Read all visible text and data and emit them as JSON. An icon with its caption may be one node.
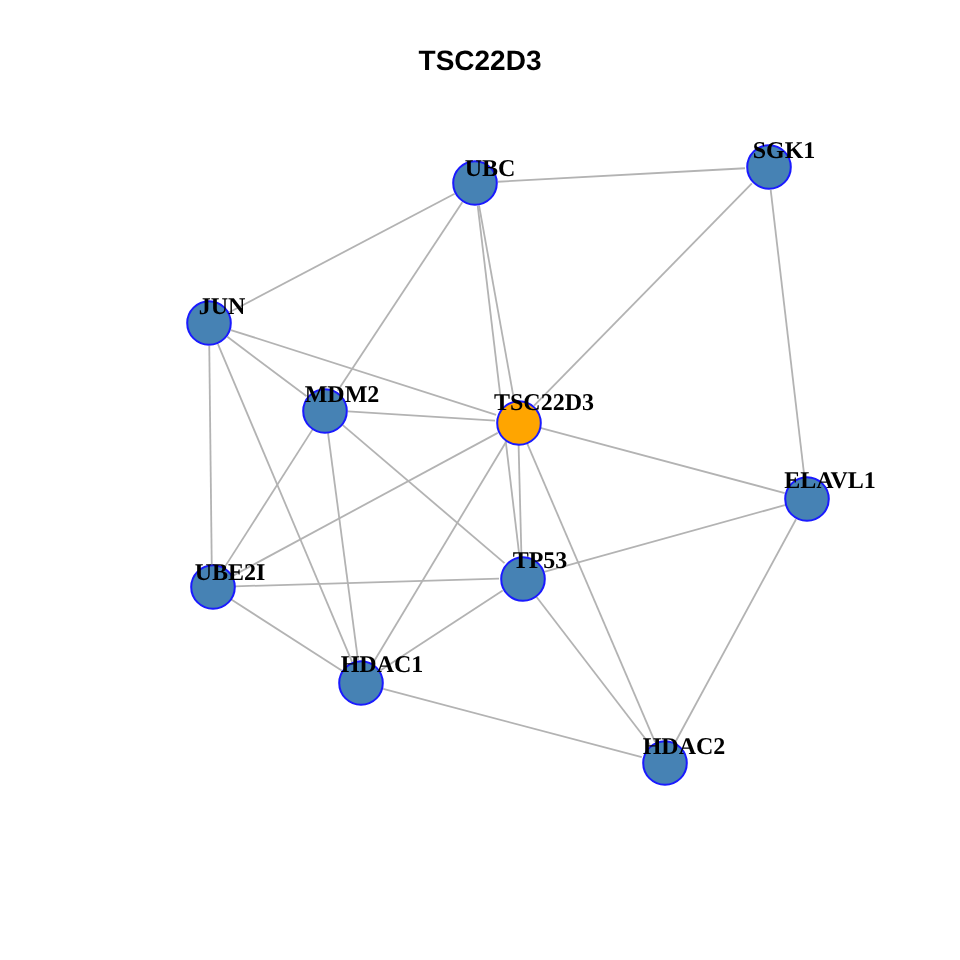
{
  "diagram": {
    "title": "TSC22D3",
    "nodes": [
      {
        "text": [
          "UBC"
        ]
      },
      {
        "text": [
          "SGK1"
        ]
      },
      {
        "text": [
          "JUN"
        ]
      },
      {
        "text": [
          "MDM2"
        ]
      },
      {
        "text": [
          "TSC22D3"
        ]
      },
      {
        "text": [
          "ELAVL1"
        ]
      },
      {
        "text": [
          "UBE2I"
        ]
      },
      {
        "text": [
          "TP53"
        ]
      },
      {
        "text": [
          "HDAC1"
        ]
      },
      {
        "text": [
          "HDAC2"
        ]
      }
    ],
    "edges": [
      {
        "from": 0,
        "to": 1,
        "arrow": "none"
      },
      {
        "from": 0,
        "to": 2,
        "arrow": "none"
      },
      {
        "from": 0,
        "to": 3,
        "arrow": "none"
      },
      {
        "from": 0,
        "to": 4,
        "arrow": "none"
      },
      {
        "from": 0,
        "to": 7,
        "arrow": "none"
      },
      {
        "from": 1,
        "to": 4,
        "arrow": "none"
      },
      {
        "from": 1,
        "to": 5,
        "arrow": "none"
      },
      {
        "from": 2,
        "to": 3,
        "arrow": "none"
      },
      {
        "from": 2,
        "to": 4,
        "arrow": "none"
      },
      {
        "from": 2,
        "to": 6,
        "arrow": "none"
      },
      {
        "from": 2,
        "to": 8,
        "arrow": "none"
      },
      {
        "from": 3,
        "to": 4,
        "arrow": "none"
      },
      {
        "from": 3,
        "to": 6,
        "arrow": "none"
      },
      {
        "from": 3,
        "to": 8,
        "arrow": "none"
      },
      {
        "from": 3,
        "to": 7,
        "arrow": "none"
      },
      {
        "from": 4,
        "to": 5,
        "arrow": "none"
      },
      {
        "from": 4,
        "to": 6,
        "arrow": "none"
      },
      {
        "from": 4,
        "to": 8,
        "arrow": "none"
      },
      {
        "from": 4,
        "to": 7,
        "arrow": "none"
      },
      {
        "from": 4,
        "to": 9,
        "arrow": "none"
      },
      {
        "from": 5,
        "to": 7,
        "arrow": "none"
      },
      {
        "from": 5,
        "to": 9,
        "arrow": "none"
      },
      {
        "from": 6,
        "to": 7,
        "arrow": "none"
      },
      {
        "from": 6,
        "to": 8,
        "arrow": "none"
      },
      {
        "from": 7,
        "to": 8,
        "arrow": "none"
      },
      {
        "from": 7,
        "to": 9,
        "arrow": "none"
      },
      {
        "from": 8,
        "to": 9,
        "arrow": "none"
      }
    ]
  }
}
